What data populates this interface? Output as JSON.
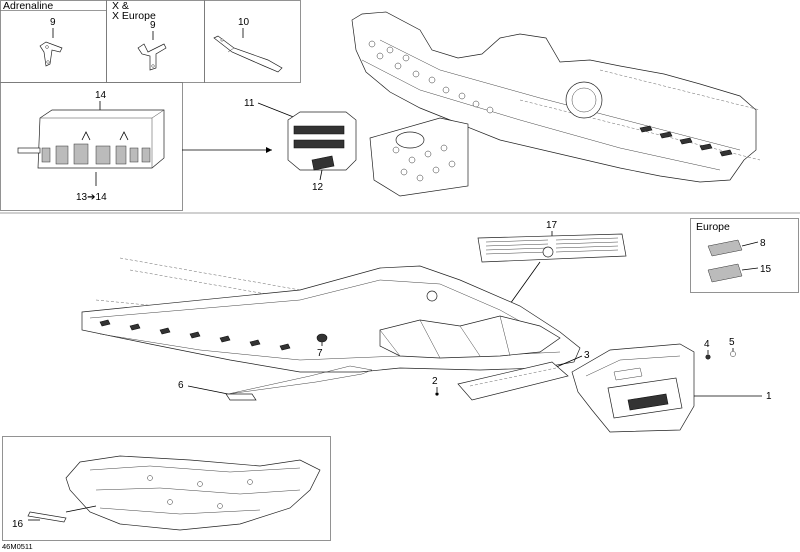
{
  "inset_headers": {
    "adrenaline": "Adrenaline",
    "x_and": "X &",
    "x_europe": "X Europe",
    "europe": "Europe"
  },
  "callouts": {
    "c1": "1",
    "c2": "2",
    "c3": "3",
    "c4": "4",
    "c5": "5",
    "c6": "6",
    "c7": "7",
    "c8": "8",
    "c9a": "9",
    "c9b": "9",
    "c10": "10",
    "c11": "11",
    "c12": "12",
    "c13_14": "13➔14",
    "c14": "14",
    "c15": "15",
    "c16": "16",
    "c17": "17"
  },
  "drawing_code": "46M0511"
}
